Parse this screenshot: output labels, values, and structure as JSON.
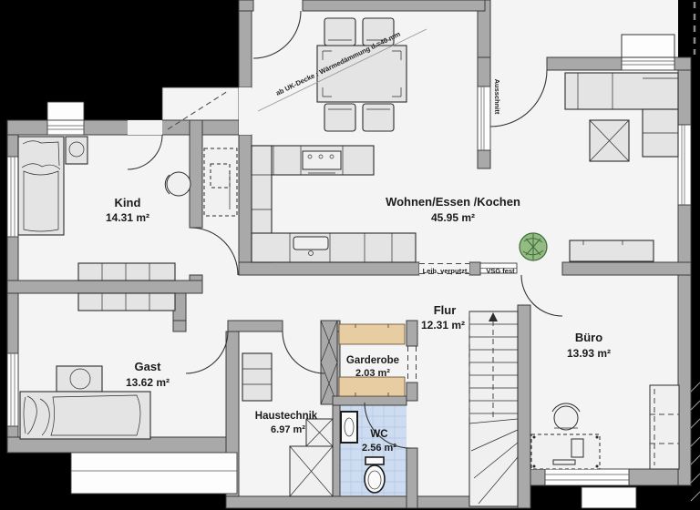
{
  "plan": {
    "rooms": {
      "kind": {
        "name": "Kind",
        "area": "14.31 m²"
      },
      "wohnen": {
        "name": "Wohnen/Essen /Kochen",
        "area": "45.95 m²"
      },
      "gast": {
        "name": "Gast",
        "area": "13.62 m²"
      },
      "flur": {
        "name": "Flur",
        "area": "12.31 m²"
      },
      "garderobe": {
        "name": "Garderobe",
        "area": "2.03 m²"
      },
      "haustechnik": {
        "name": "Haustechnik",
        "area": "6.97 m²"
      },
      "wc": {
        "name": "WC",
        "area": "2.56 m²"
      },
      "buero": {
        "name": "Büro",
        "area": "13.93 m²"
      }
    },
    "annotations": {
      "insulation": "ab UK-Decke : Wärmedämmung d.=40 mm",
      "reveal": "Leib. verputzt.",
      "fixed_glazing": "VSG fest",
      "cutout": "Ausschnitt"
    },
    "colors": {
      "outside": "#000000",
      "floor": "#f4f4f4",
      "wall": "#a9a9a9",
      "wall_line": "#3c3c3c",
      "wood": "#e7cda1",
      "tile": "#cddcf0",
      "plant": "#93bb83",
      "label": "#1b1b1b"
    }
  }
}
